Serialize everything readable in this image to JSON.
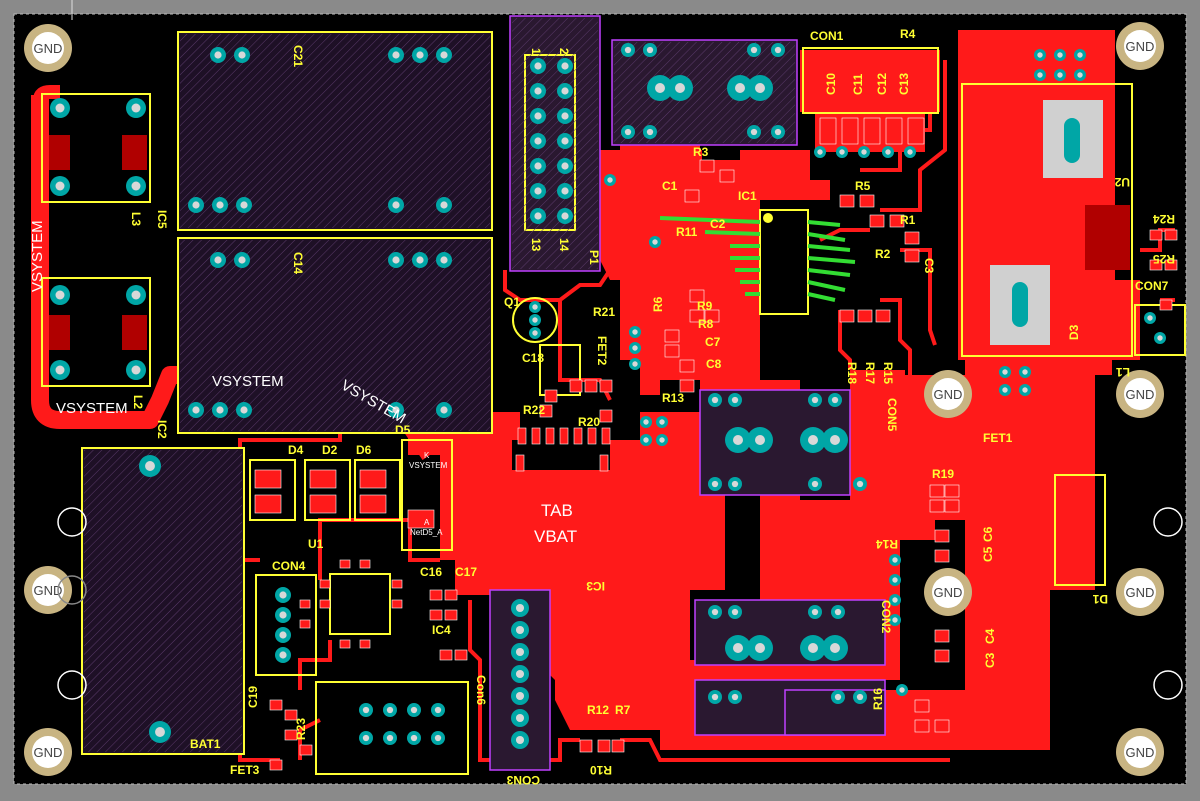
{
  "colors": {
    "background": "#8a8a8a",
    "board": "#000000",
    "copper": "#ff1a1a",
    "dark_copper": "#b00000",
    "silkscreen": "#ffff33",
    "outline": "#c040ff",
    "pad": "#00a6a6",
    "drill": "#d8d8d8",
    "mounting_hole": "#c8b482",
    "highlight": "#33dd33"
  },
  "mounting_holes": [
    "GND",
    "GND",
    "GND",
    "GND",
    "GND",
    "GND",
    "GND",
    "GND",
    "GND"
  ],
  "net_labels": {
    "vsystem": "VSYSTEM",
    "tab": "TAB",
    "vbat": "VBAT",
    "k_vsystem_k": "K",
    "k_vsystem": "VSYSTEM",
    "netd5_a_letter": "A",
    "netd5_a": "NetD5_A"
  },
  "designators": {
    "con1": "CON1",
    "r4": "R4",
    "c10": "C10",
    "c11": "C11",
    "c12": "C12",
    "c13": "C13",
    "r3": "R3",
    "c1": "C1",
    "ic1": "IC1",
    "r5": "R5",
    "c2": "C2",
    "r1": "R1",
    "r2": "R2",
    "c3": "C3",
    "r11": "R11",
    "r6": "R6",
    "r9": "R9",
    "r8": "R8",
    "c7": "C7",
    "c8": "C8",
    "r13": "R13",
    "r18": "R18",
    "r17": "R17",
    "r15": "R15",
    "q1": "Q1",
    "r21": "R21",
    "fet2": "FET2",
    "c18": "C18",
    "r22": "R22",
    "r20": "R20",
    "d5": "D5",
    "p1": "P1",
    "pin1": "1",
    "pin2": "2",
    "pin13": "13",
    "pin14": "14",
    "ic2": "IC2",
    "ic5": "IC5",
    "c21": "C21",
    "c14": "C14",
    "l3": "L3",
    "l2": "L2",
    "d4": "D4",
    "d2": "D2",
    "d6": "D6",
    "u1": "U1",
    "con4": "CON4",
    "c16": "C16",
    "c17": "C17",
    "ic4": "IC4",
    "ic3": "IC3",
    "con6": "Con6",
    "con3": "CON3",
    "c19": "C19",
    "r23": "R23",
    "fet3": "FET3",
    "bat1": "BAT1",
    "r12": "R12",
    "r7": "R7",
    "r10": "R10",
    "r16": "R16",
    "con5": "CON5",
    "con2": "CON2",
    "r19": "R19",
    "fet1": "FET1",
    "r14": "R14",
    "c5": "C5",
    "c6": "C6",
    "c3b": "C3",
    "c4": "C4",
    "d1": "D1",
    "u2": "U2",
    "r24": "R24",
    "r25": "R25",
    "con7": "CON7",
    "l1": "L1",
    "d3": "D3"
  }
}
